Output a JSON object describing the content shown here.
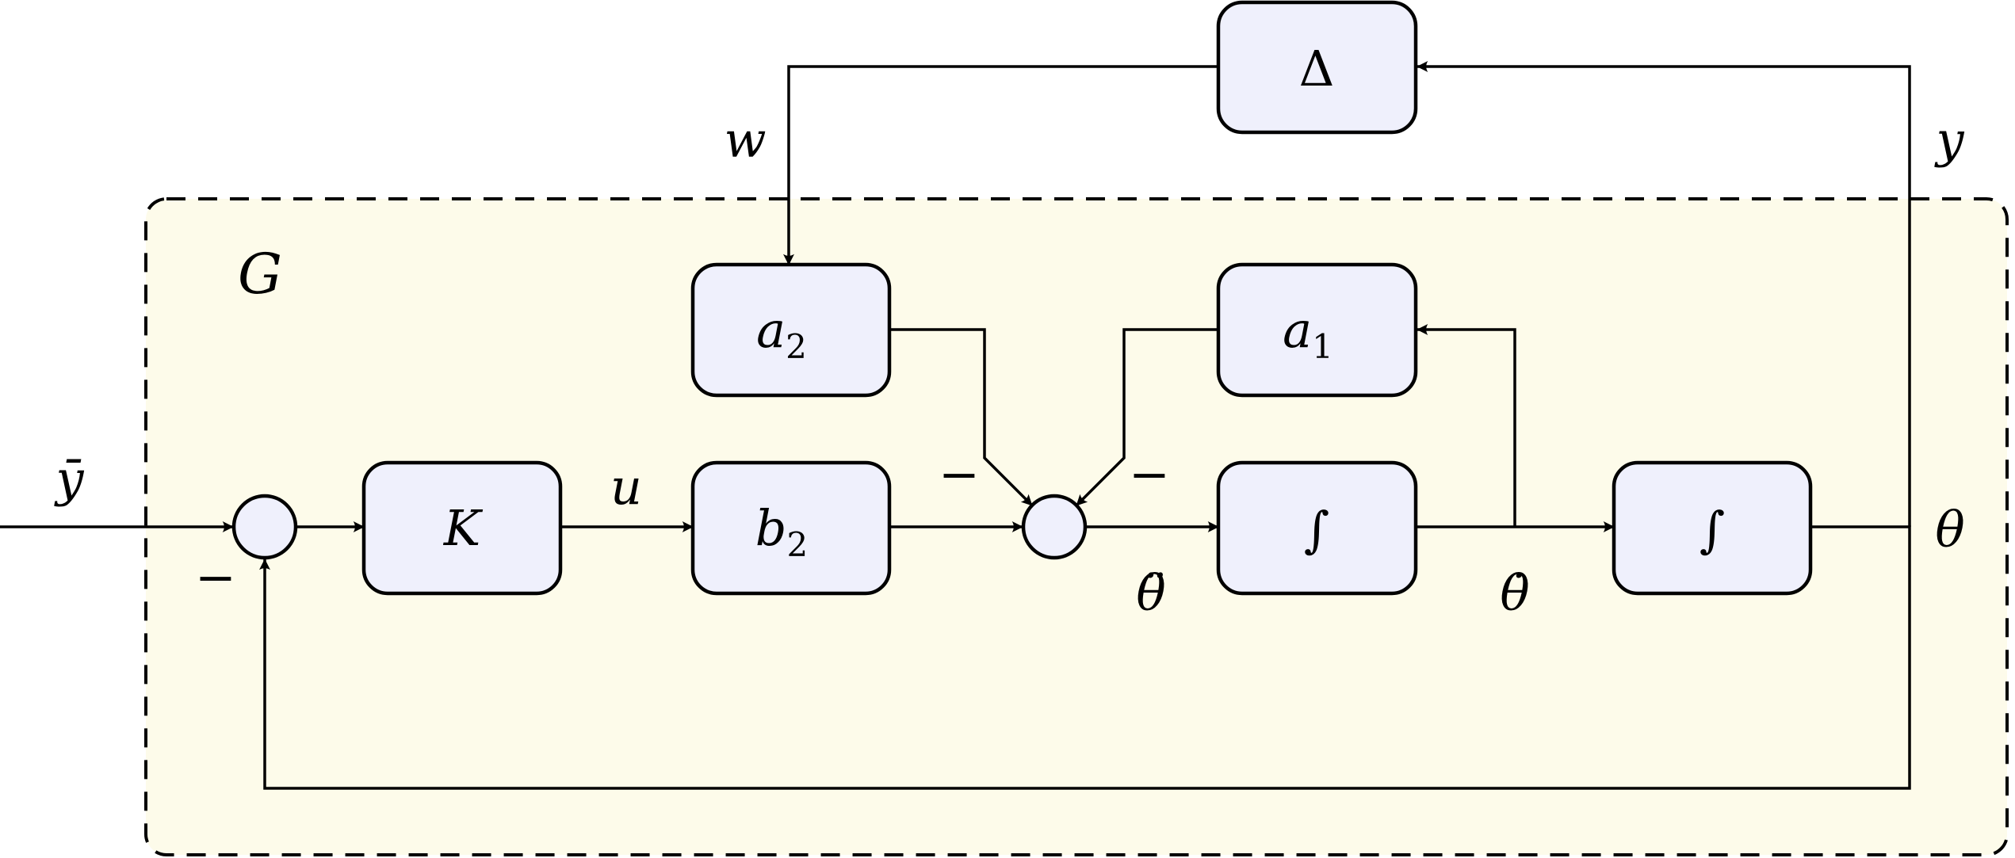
{
  "diagram": {
    "type": "block-diagram",
    "colors": {
      "group_fill": "#fdfbea",
      "block_fill": "#eff0fc",
      "stroke": "#000000"
    },
    "group": {
      "label": "G"
    },
    "blocks": {
      "delta": "Δ",
      "a2": {
        "base": "a",
        "sub": "2"
      },
      "a1": {
        "base": "a",
        "sub": "1"
      },
      "K": "K",
      "b2": {
        "base": "b",
        "sub": "2"
      },
      "int1": "∫",
      "int2": "∫"
    },
    "signals": {
      "ybar": "ȳ",
      "w": "w",
      "y": "y",
      "u": "u",
      "theta_ddot": "θ̈",
      "theta_dot": "θ̇",
      "theta": "θ"
    },
    "signs": {
      "sum1_feedback": "−",
      "sum2_a2": "−",
      "sum2_a1": "−"
    }
  }
}
